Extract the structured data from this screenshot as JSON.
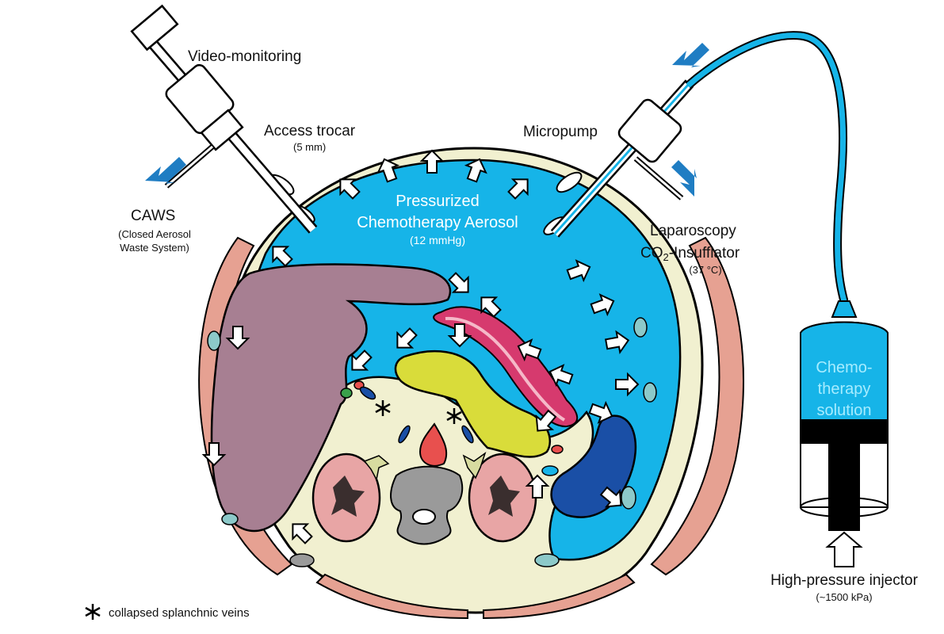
{
  "labels": {
    "video_monitoring": "Video-monitoring",
    "access_trocar": "Access trocar",
    "access_trocar_size": "(5 mm)",
    "micropump": "Micropump",
    "caws": "CAWS",
    "caws_line1": "(Closed Aerosol",
    "caws_line2": "Waste System)",
    "aerosol_line1": "Pressurized",
    "aerosol_line2": "Chemotherapy Aerosol",
    "aerosol_pressure": "(12 mmHg)",
    "laparoscopy": "Laparoscopy",
    "insufflator_prefix": "CO",
    "insufflator_sub": "2",
    "insufflator_suffix": "-Insufflator",
    "insufflator_temp": "(37 °C)",
    "chemo_line1": "Chemo-",
    "chemo_line2": "therapy",
    "chemo_line3": "solution",
    "injector": "High-pressure injector",
    "injector_pressure": "(~1500 kPa)",
    "legend_text": "collapsed splanchnic veins"
  },
  "colors": {
    "aerosol_blue": "#16b4e8",
    "flow_arrow_blue": "#1f7dc3",
    "liver": "#a77f92",
    "pancreas": "#d9dc3a",
    "intestine": "#d63a6e",
    "spleen": "#1a4fa6",
    "kidney": "#e8a5a5",
    "vertebra": "#9a9a9a",
    "muscle": "#e6a192",
    "body_wall": "#f1f0d0",
    "aorta": "#e8504e"
  }
}
